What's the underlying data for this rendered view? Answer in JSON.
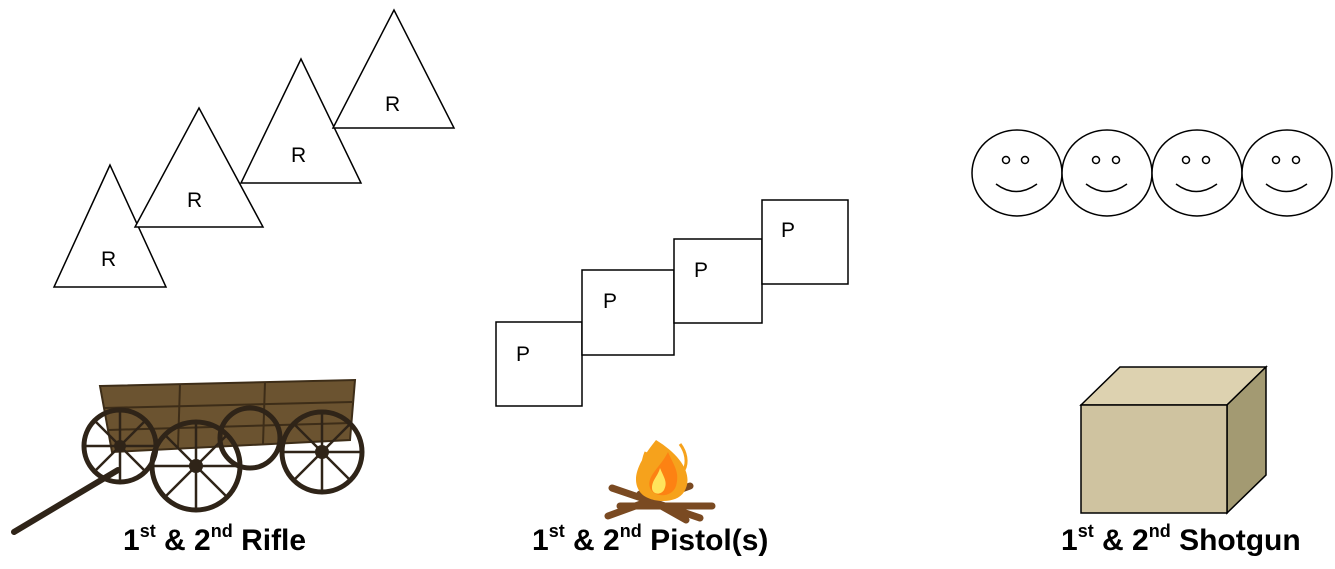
{
  "rifle": {
    "target_label": "R",
    "prop_icon": "covered-wagon",
    "caption": {
      "n1": "1",
      "s1": "st",
      "mid": " & 2",
      "s2": "nd",
      "tail": " Rifle"
    }
  },
  "pistol": {
    "target_label": "P",
    "prop_icon": "campfire",
    "caption": {
      "n1": "1",
      "s1": "st",
      "mid": " & 2",
      "s2": "nd",
      "tail": " Pistol(s)"
    }
  },
  "shotgun": {
    "target_icon": "smiley-face",
    "prop_icon": "box",
    "caption": {
      "n1": "1",
      "s1": "st",
      "mid": " & 2",
      "s2": "nd",
      "tail": " Shotgun"
    }
  },
  "colors": {
    "outline": "#000000",
    "box_front": "#cfc3a0",
    "box_top": "#ddd2b0",
    "box_side": "#a39a72",
    "wagon_wood": "#6b5330",
    "wheel": "#2f2418",
    "flame_outer": "#f6a21c",
    "flame_inner": "#ffe45c"
  }
}
